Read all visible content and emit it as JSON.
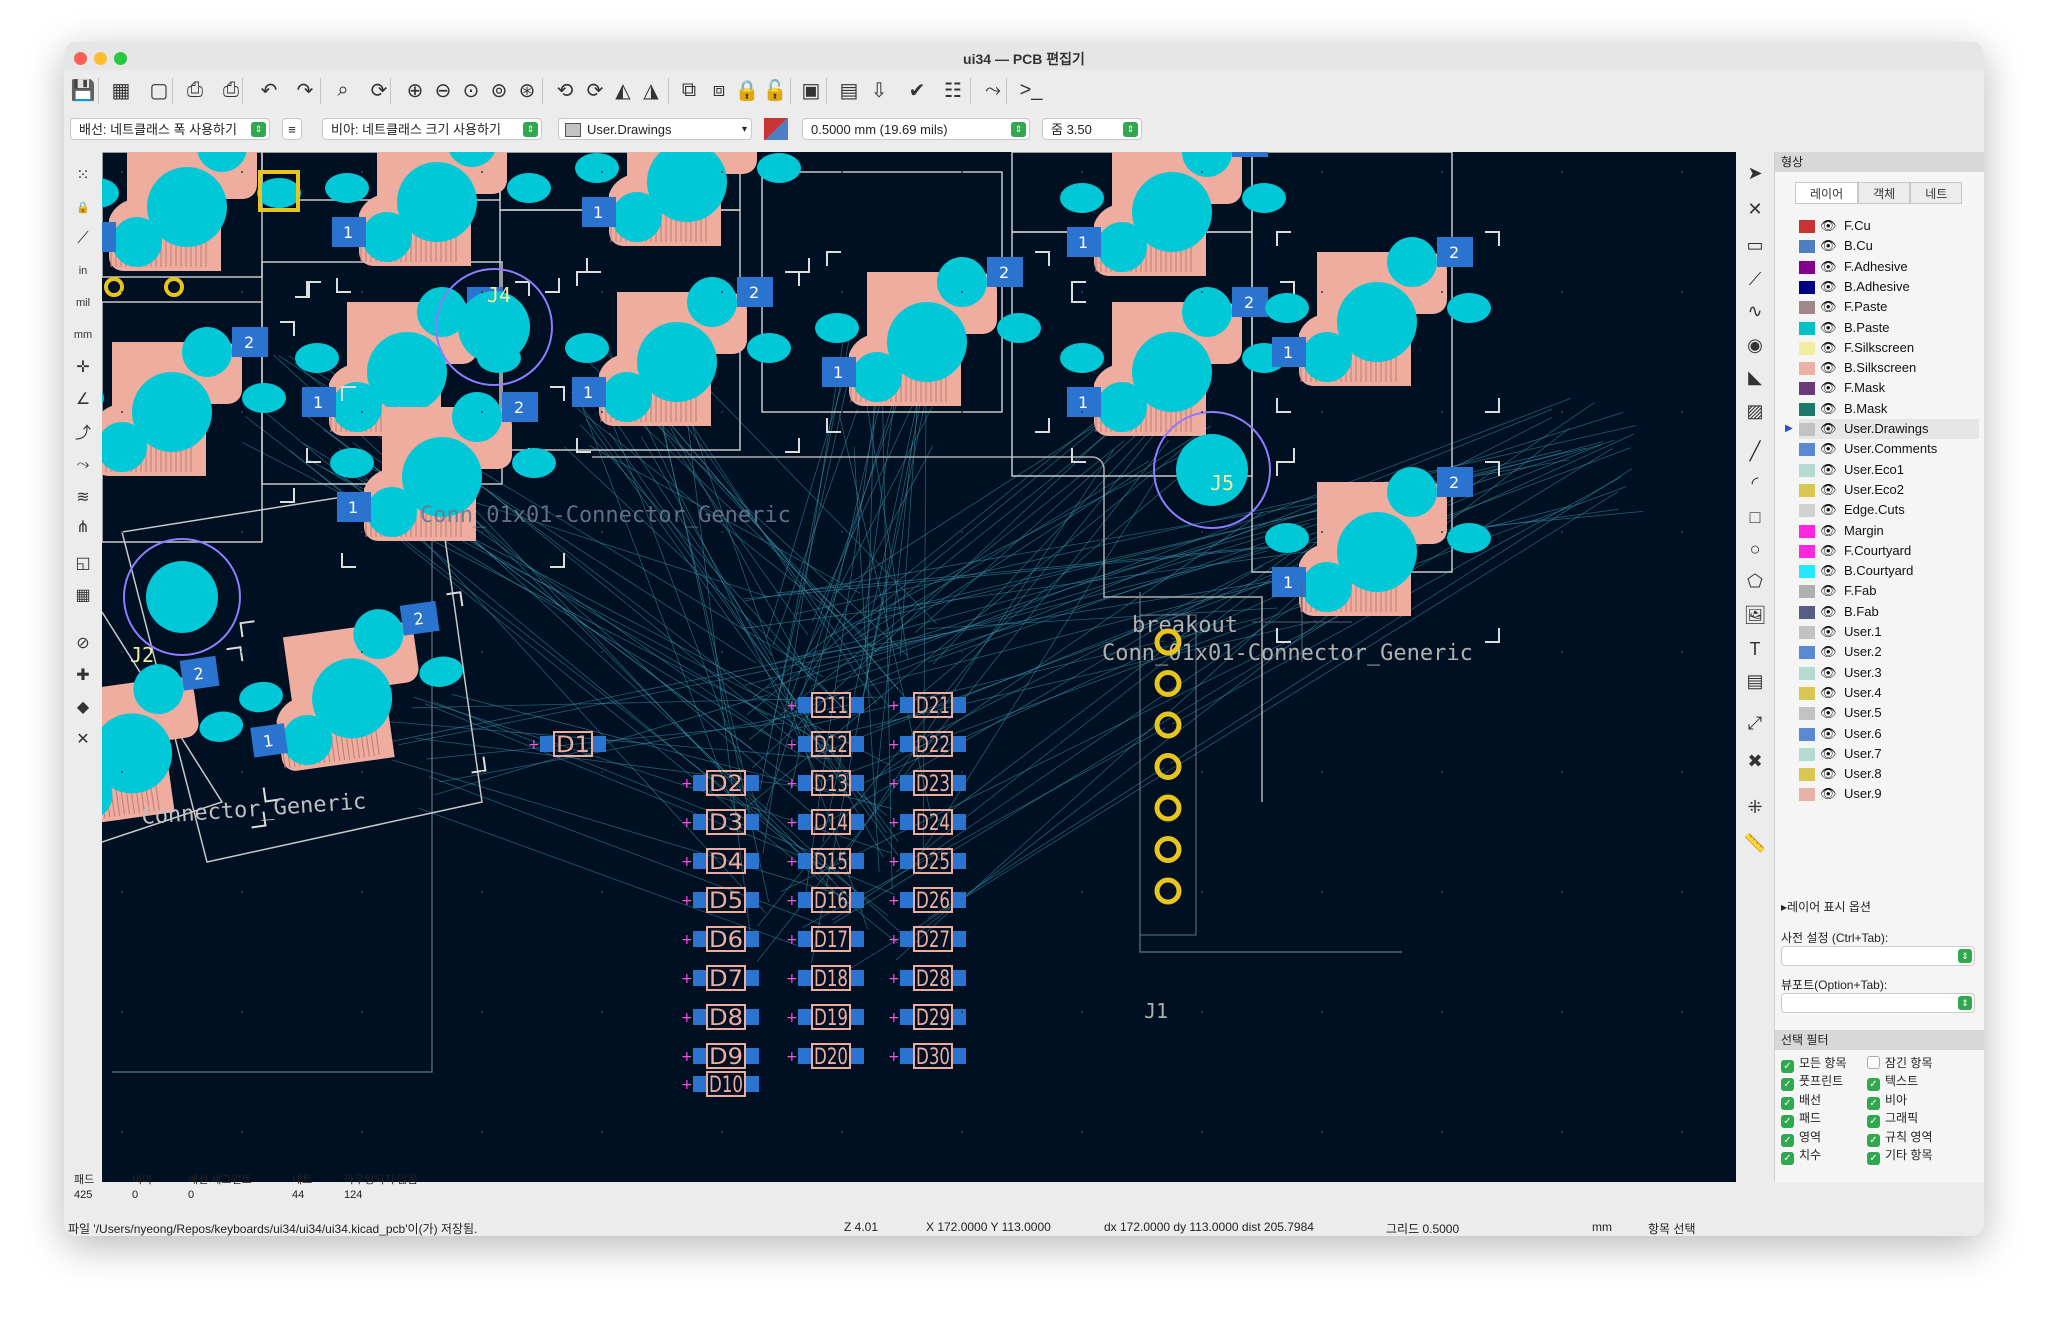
{
  "window": {
    "title": "ui34 — PCB 편집기"
  },
  "toolbar": {
    "icons": [
      "save-icon",
      "board-setup-icon",
      "page-settings-icon",
      "print-icon",
      "plot-icon",
      "undo-icon",
      "redo-icon",
      "find-icon",
      "refresh-icon",
      "zoom-in-icon",
      "zoom-out-icon",
      "zoom-fit-icon",
      "zoom-objects-icon",
      "zoom-selection-icon",
      "rotate-ccw-icon",
      "rotate-cw-icon",
      "mirror-h-icon",
      "mirror-v-icon",
      "group-icon",
      "ungroup-icon",
      "lock-icon",
      "unlock-icon",
      "footprint-editor-icon",
      "footprint-browser-icon",
      "update-pcb-icon",
      "drc-icon",
      "net-inspector-icon",
      "route-icon",
      "scripting-console-icon"
    ]
  },
  "options": {
    "track": "배선: 네트클래스 폭 사용하기",
    "via": "비아: 네트클래스 크기 사용하기",
    "layer": "User.Drawings",
    "grid": "0.5000 mm (19.69 mils)",
    "zoom": "줌 3.50"
  },
  "panel": {
    "header": "형상",
    "tabs": [
      "레이어",
      "객체",
      "네트"
    ],
    "layers": [
      {
        "name": "F.Cu",
        "color": "#c83434"
      },
      {
        "name": "B.Cu",
        "color": "#4d7fc4"
      },
      {
        "name": "F.Adhesive",
        "color": "#84008a"
      },
      {
        "name": "B.Adhesive",
        "color": "#000084"
      },
      {
        "name": "F.Paste",
        "color": "#a0878c"
      },
      {
        "name": "B.Paste",
        "color": "#00c2c2"
      },
      {
        "name": "F.Silkscreen",
        "color": "#f2eda1"
      },
      {
        "name": "B.Silkscreen",
        "color": "#e8b2a7"
      },
      {
        "name": "F.Mask",
        "color": "#6b3a7a"
      },
      {
        "name": "B.Mask",
        "color": "#1c7a6b"
      },
      {
        "name": "User.Drawings",
        "color": "#c2c2c2"
      },
      {
        "name": "User.Comments",
        "color": "#5989d0"
      },
      {
        "name": "User.Eco1",
        "color": "#b4dbd2"
      },
      {
        "name": "User.Eco2",
        "color": "#d8c852"
      },
      {
        "name": "Edge.Cuts",
        "color": "#d0d2cd"
      },
      {
        "name": "Margin",
        "color": "#ff26e2"
      },
      {
        "name": "F.Courtyard",
        "color": "#ff26e2"
      },
      {
        "name": "B.Courtyard",
        "color": "#26e9ff"
      },
      {
        "name": "F.Fab",
        "color": "#afafaf"
      },
      {
        "name": "B.Fab",
        "color": "#585d84"
      },
      {
        "name": "User.1",
        "color": "#c2c2c2"
      },
      {
        "name": "User.2",
        "color": "#5989d0"
      },
      {
        "name": "User.3",
        "color": "#b4dbd2"
      },
      {
        "name": "User.4",
        "color": "#d8c852"
      },
      {
        "name": "User.5",
        "color": "#c2c2c2"
      },
      {
        "name": "User.6",
        "color": "#5989d0"
      },
      {
        "name": "User.7",
        "color": "#b4dbd2"
      },
      {
        "name": "User.8",
        "color": "#d8c852"
      },
      {
        "name": "User.9",
        "color": "#e8b2a7"
      }
    ],
    "active_layer": "User.Drawings",
    "layer_display_options": "▸레이어 표시 옵션",
    "preset_label": "사전 설정 (Ctrl+Tab):",
    "viewport_label": "뷰포트(Option+Tab):",
    "filter_header": "선택 필터",
    "filters": [
      {
        "label": "모든 항목",
        "checked": true
      },
      {
        "label": "잠긴 항목",
        "checked": false
      },
      {
        "label": "풋프린트",
        "checked": true
      },
      {
        "label": "텍스트",
        "checked": true
      },
      {
        "label": "배선",
        "checked": true
      },
      {
        "label": "비아",
        "checked": true
      },
      {
        "label": "패드",
        "checked": true
      },
      {
        "label": "그래픽",
        "checked": true
      },
      {
        "label": "영역",
        "checked": true
      },
      {
        "label": "규칙 영역",
        "checked": true
      },
      {
        "label": "치수",
        "checked": true
      },
      {
        "label": "기타 항목",
        "checked": true
      }
    ]
  },
  "canvas": {
    "refs": [
      "J4",
      "J5",
      "J2",
      "J1"
    ],
    "labels": [
      "Conn_01x01-Connector_Generic",
      "breakout",
      "Conn_01x01-Connector_Generic",
      "Connector_Generic"
    ],
    "diodes_col1": [
      "D2",
      "D3",
      "D4",
      "D5",
      "D6",
      "D7",
      "D8",
      "D9",
      "D10"
    ],
    "diodes_col2": [
      "D11",
      "D12",
      "D13",
      "D14",
      "D15",
      "D16",
      "D17",
      "D18",
      "D19",
      "D20"
    ],
    "diodes_col3": [
      "D21",
      "D22",
      "D23",
      "D24",
      "D25",
      "D26",
      "D27",
      "D28",
      "D29",
      "D30"
    ],
    "diode_single": "D1",
    "pad1": "1",
    "pad2": "2"
  },
  "stats": {
    "headers": [
      "패드",
      "비아",
      "배선 세그먼트",
      "네트",
      "라우팅되지 않음"
    ],
    "values": [
      "425",
      "0",
      "0",
      "44",
      "124"
    ]
  },
  "status": {
    "message": "파일 '/Users/nyeong/Repos/keyboards/ui34/ui34/ui34.kicad_pcb'이(가) 저장됨.",
    "z": "Z 4.01",
    "xy": "X 172.0000  Y 113.0000",
    "dxy": "dx 172.0000  dy 113.0000  dist 205.7984",
    "grid": "그리드 0.5000",
    "units": "mm",
    "mode": "항목 선택"
  }
}
